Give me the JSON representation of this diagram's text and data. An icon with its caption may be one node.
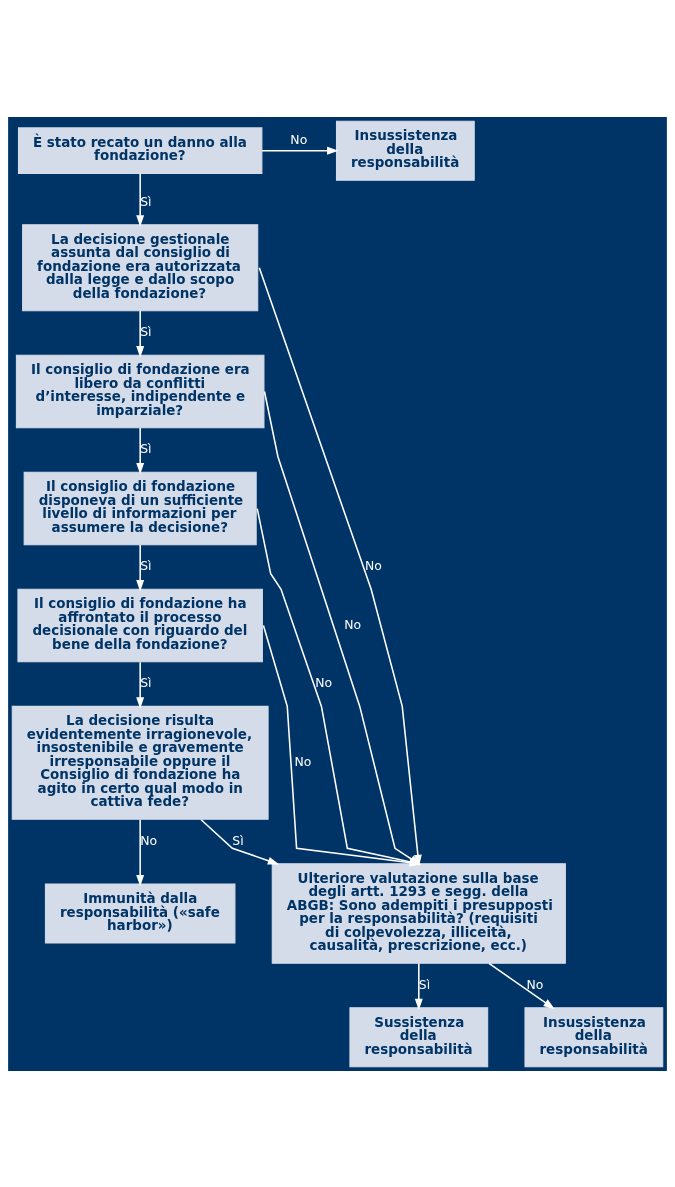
{
  "diagram": {
    "nodes": [
      {
        "text": [
          "È stato recato un danno alla fondazione?"
        ]
      },
      {
        "text": [
          "Insussistenza della responsabilità"
        ]
      },
      {
        "text": [
          "La decisione gestionale assunta dal consiglio di fondazione era autorizzata dalla legge e dallo scopo della fondazione?"
        ]
      },
      {
        "text": [
          "Il consiglio di fondazione era libero da conflitti d’interesse, indipendente e imparziale?"
        ]
      },
      {
        "text": [
          "Il consiglio di fondazione disponeva di un sufficiente livello di informazioni per assumere la decisione?"
        ]
      },
      {
        "text": [
          "Il consiglio di fondazione ha affrontato il processo decisionale con riguardo del bene della fondazione?"
        ]
      },
      {
        "text": [
          "La decisione risulta evidentemente irragionevole, insostenibile e gravemente irresponsabile oppure il Consiglio di fondazione ha agito in certo qual modo in cattiva fede?"
        ]
      },
      {
        "text": [
          "Immunità dalla responsabilità («safe harbor»)"
        ]
      },
      {
        "text": [
          "Ulteriore valutazione sulla base degli artt. 1293 e segg. della ABGB: Sono adempiti i presupposti per la responsabilità? (requisiti di colpevolezza, illiceità, causalità, prescrizione, ecc.)"
        ]
      },
      {
        "text": [
          "Sussistenza della responsabilità"
        ]
      },
      {
        "text": [
          "Insussistenza della responsabilità"
        ]
      }
    ],
    "edges": [
      {
        "from": 0,
        "to": 1,
        "arrow": "to",
        "label": "No"
      },
      {
        "from": 0,
        "to": 2,
        "arrow": "to",
        "label": "Sì"
      },
      {
        "from": 2,
        "to": 3,
        "arrow": "to",
        "label": "Sì"
      },
      {
        "from": 3,
        "to": 4,
        "arrow": "to",
        "label": "Sì"
      },
      {
        "from": 4,
        "to": 5,
        "arrow": "to",
        "label": "Sì"
      },
      {
        "from": 5,
        "to": 6,
        "arrow": "to",
        "label": "Sì"
      },
      {
        "from": 2,
        "to": 8,
        "arrow": "to",
        "label": "No"
      },
      {
        "from": 3,
        "to": 8,
        "arrow": "to",
        "label": "No"
      },
      {
        "from": 4,
        "to": 8,
        "arrow": "to",
        "label": "No"
      },
      {
        "from": 5,
        "to": 8,
        "arrow": "to",
        "label": "No"
      },
      {
        "from": 6,
        "to": 8,
        "arrow": "to",
        "label": "Sì"
      },
      {
        "from": 6,
        "to": 7,
        "arrow": "to",
        "label": "No"
      },
      {
        "from": 8,
        "to": 9,
        "arrow": "to",
        "label": "Sì"
      },
      {
        "from": 8,
        "to": 10,
        "arrow": "to",
        "label": "No"
      }
    ]
  }
}
